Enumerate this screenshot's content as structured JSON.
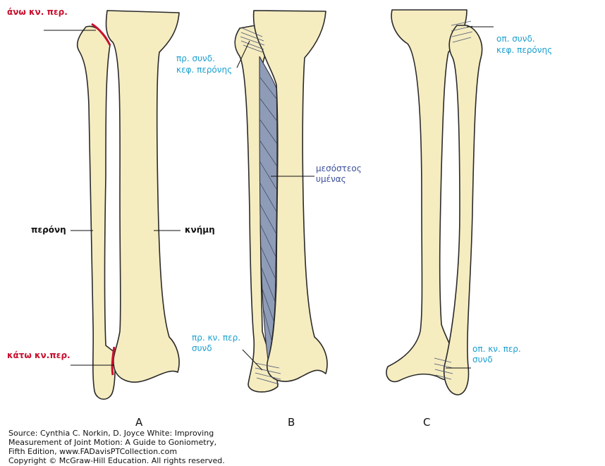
{
  "labels": {
    "ano_kn_per": "άνω κν. περ.",
    "kato_kn_per": "κάτω κν.περ.",
    "peroni": "περόνη",
    "knimi": "κνήμη",
    "pr_synd_kef_1": "πρ. συνδ.",
    "pr_synd_kef_2": "κεφ. περόνης",
    "mesosteos_1": "μεσόστεος",
    "mesosteos_2": "υμένας",
    "pr_kn_per_1": "πρ. κν. περ.",
    "pr_kn_per_2": "συνδ",
    "op_synd_kef_1": "οπ. συνδ.",
    "op_synd_kef_2": "κεφ. περόνης",
    "op_kn_per_1": "οπ. κν. περ.",
    "op_kn_per_2": "συνδ"
  },
  "figure_letters": {
    "a": "A",
    "b": "B",
    "c": "C"
  },
  "source": {
    "line1": "Source: Cynthia C. Norkin, D. Joyce White: Improving",
    "line2": "Measurement of Joint Motion: A Guide to Goniometry,",
    "line3": "Fifth Edition, www.FADavisPTCollection.com",
    "line4": "Copyright © McGraw-Hill Education. All rights reserved."
  },
  "colors": {
    "bone": "#f5ecc0",
    "outline": "#2a2a2a",
    "membrane": "#8e9cb8",
    "red_label": "#c8102e",
    "cyan_label": "#1a9fd0",
    "navy_label": "#3b4f9a"
  }
}
